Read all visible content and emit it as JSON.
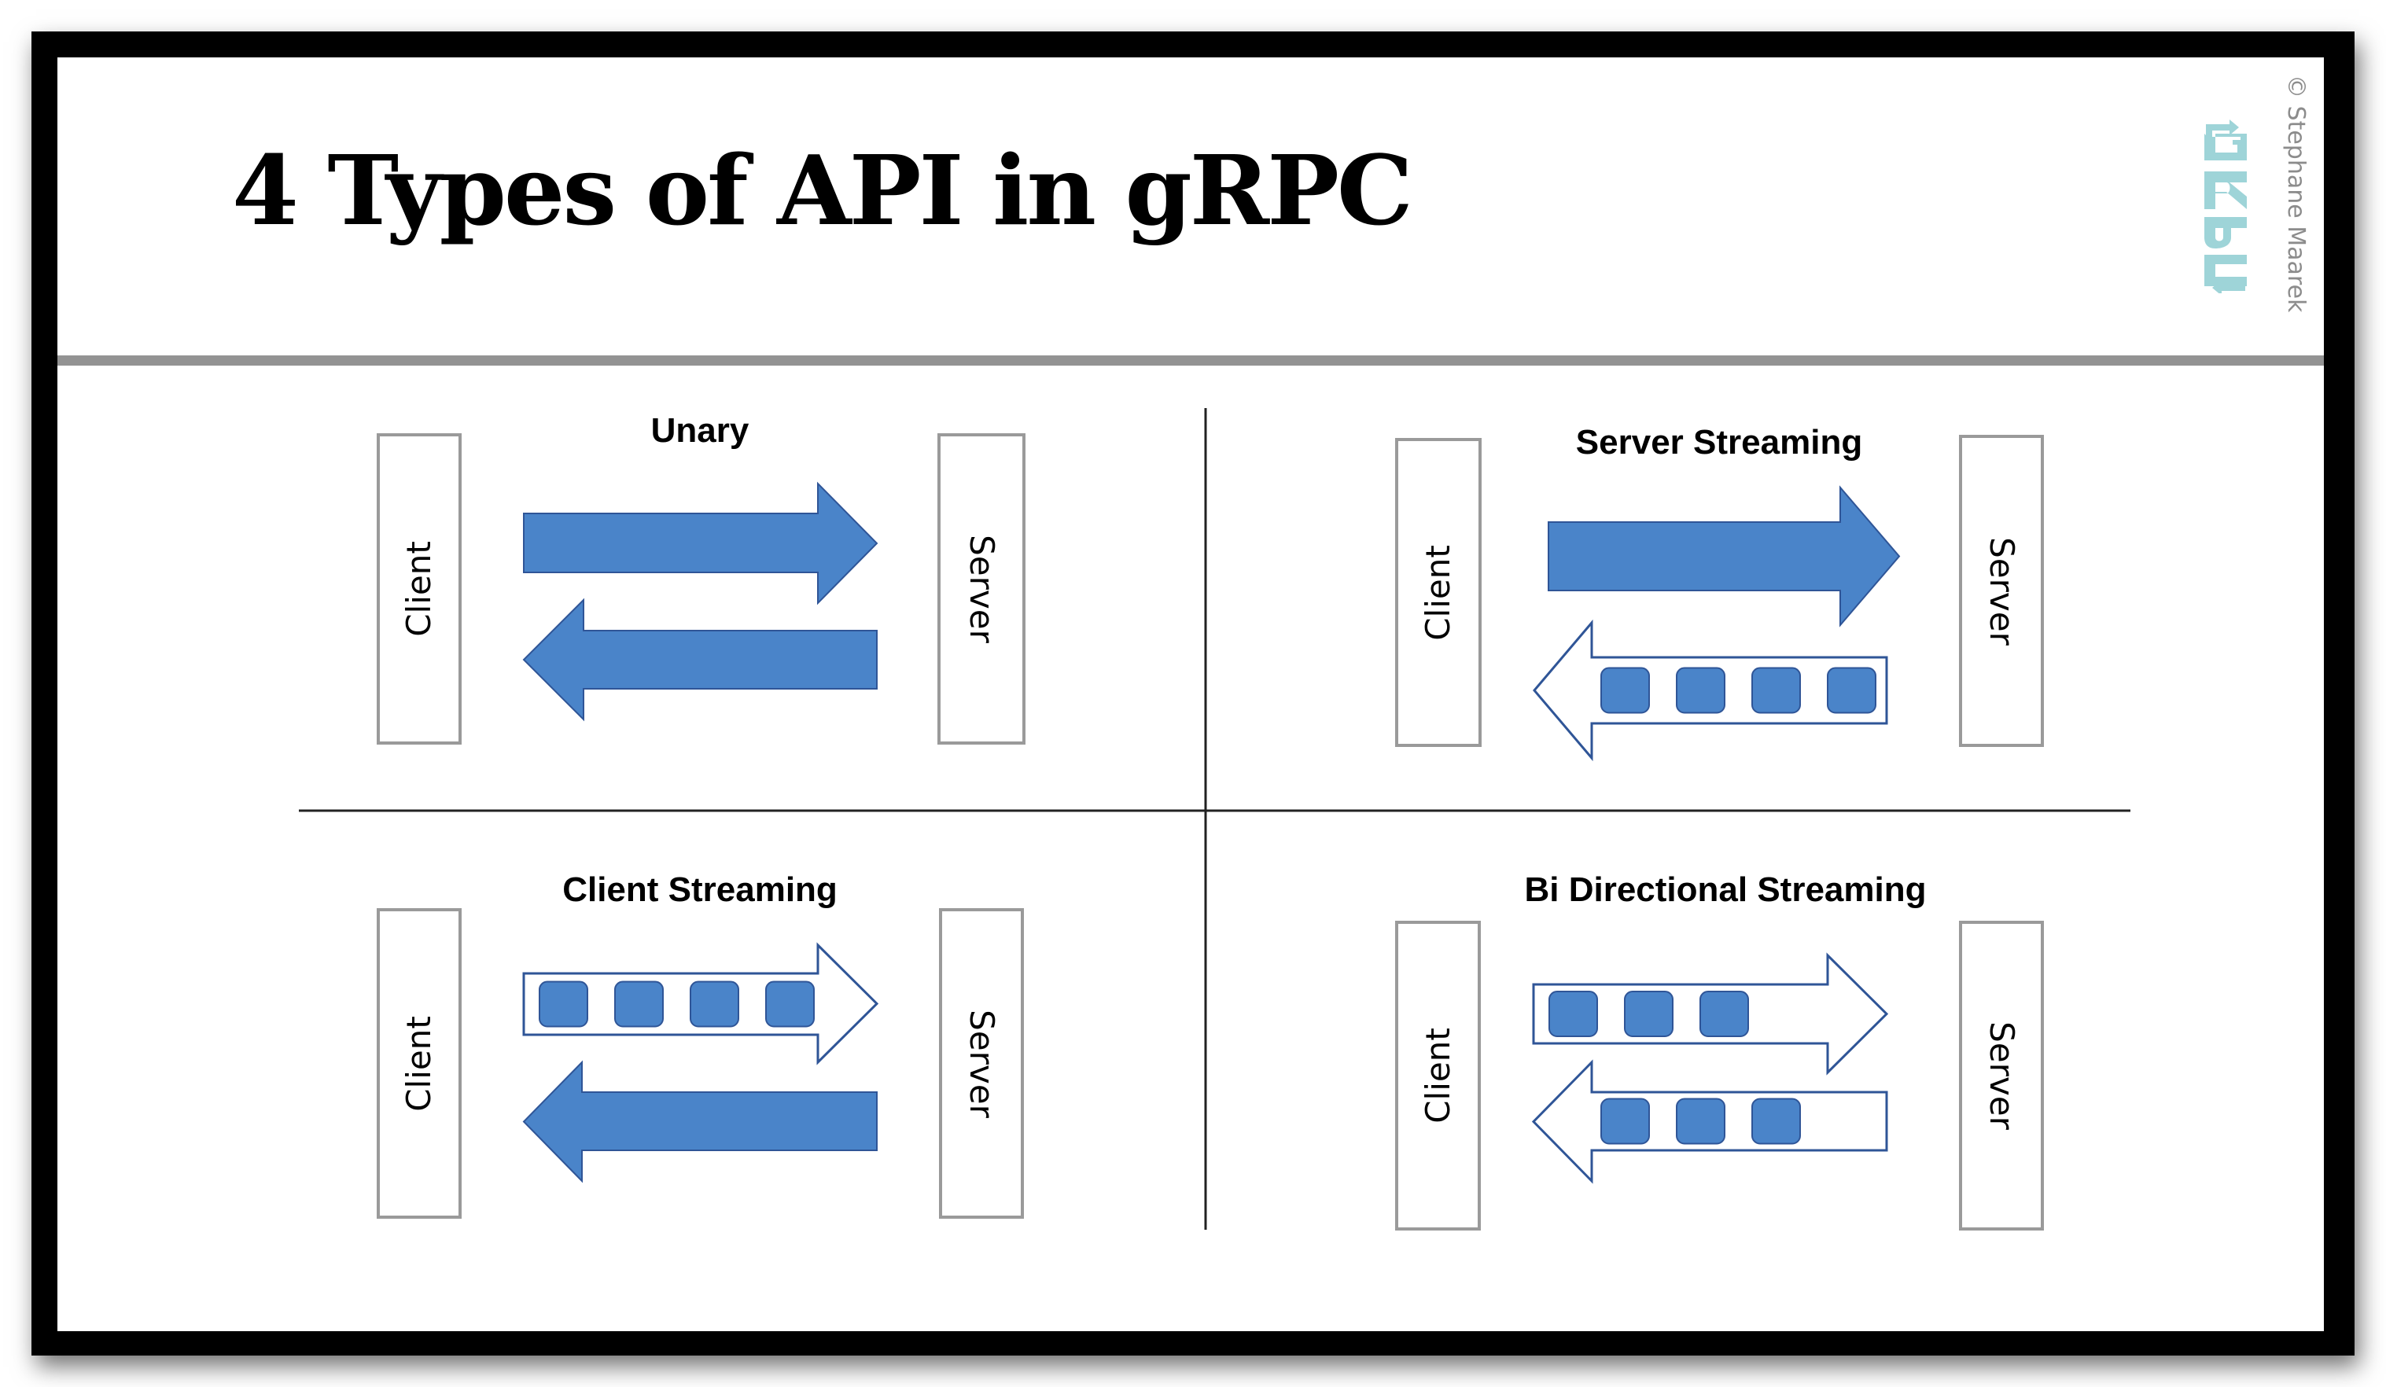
{
  "slide": {
    "title": "4 Types of API in gRPC",
    "copyright": "© Stephane Maarek",
    "logo_text": "gRPC",
    "colors": {
      "arrow_fill": "#4A84C9",
      "arrow_stroke": "#2F5597",
      "box_border": "#9A9A9A",
      "logo": "#9ED4D8",
      "header_rule": "#939393"
    }
  },
  "quadrants": [
    {
      "id": "unary",
      "title": "Unary",
      "client_label": "Client",
      "server_label": "Server",
      "request": {
        "direction": "client-to-server",
        "style": "solid",
        "messages": 1
      },
      "response": {
        "direction": "server-to-client",
        "style": "solid",
        "messages": 1
      }
    },
    {
      "id": "server-streaming",
      "title": "Server Streaming",
      "client_label": "Client",
      "server_label": "Server",
      "request": {
        "direction": "client-to-server",
        "style": "solid",
        "messages": 1
      },
      "response": {
        "direction": "server-to-client",
        "style": "stream",
        "messages": 4
      }
    },
    {
      "id": "client-streaming",
      "title": "Client Streaming",
      "client_label": "Client",
      "server_label": "Server",
      "request": {
        "direction": "client-to-server",
        "style": "stream",
        "messages": 4
      },
      "response": {
        "direction": "server-to-client",
        "style": "solid",
        "messages": 1
      }
    },
    {
      "id": "bi-directional-streaming",
      "title": "Bi Directional Streaming",
      "client_label": "Client",
      "server_label": "Server",
      "request": {
        "direction": "client-to-server",
        "style": "stream",
        "messages": 3
      },
      "response": {
        "direction": "server-to-client",
        "style": "stream",
        "messages": 3
      }
    }
  ]
}
